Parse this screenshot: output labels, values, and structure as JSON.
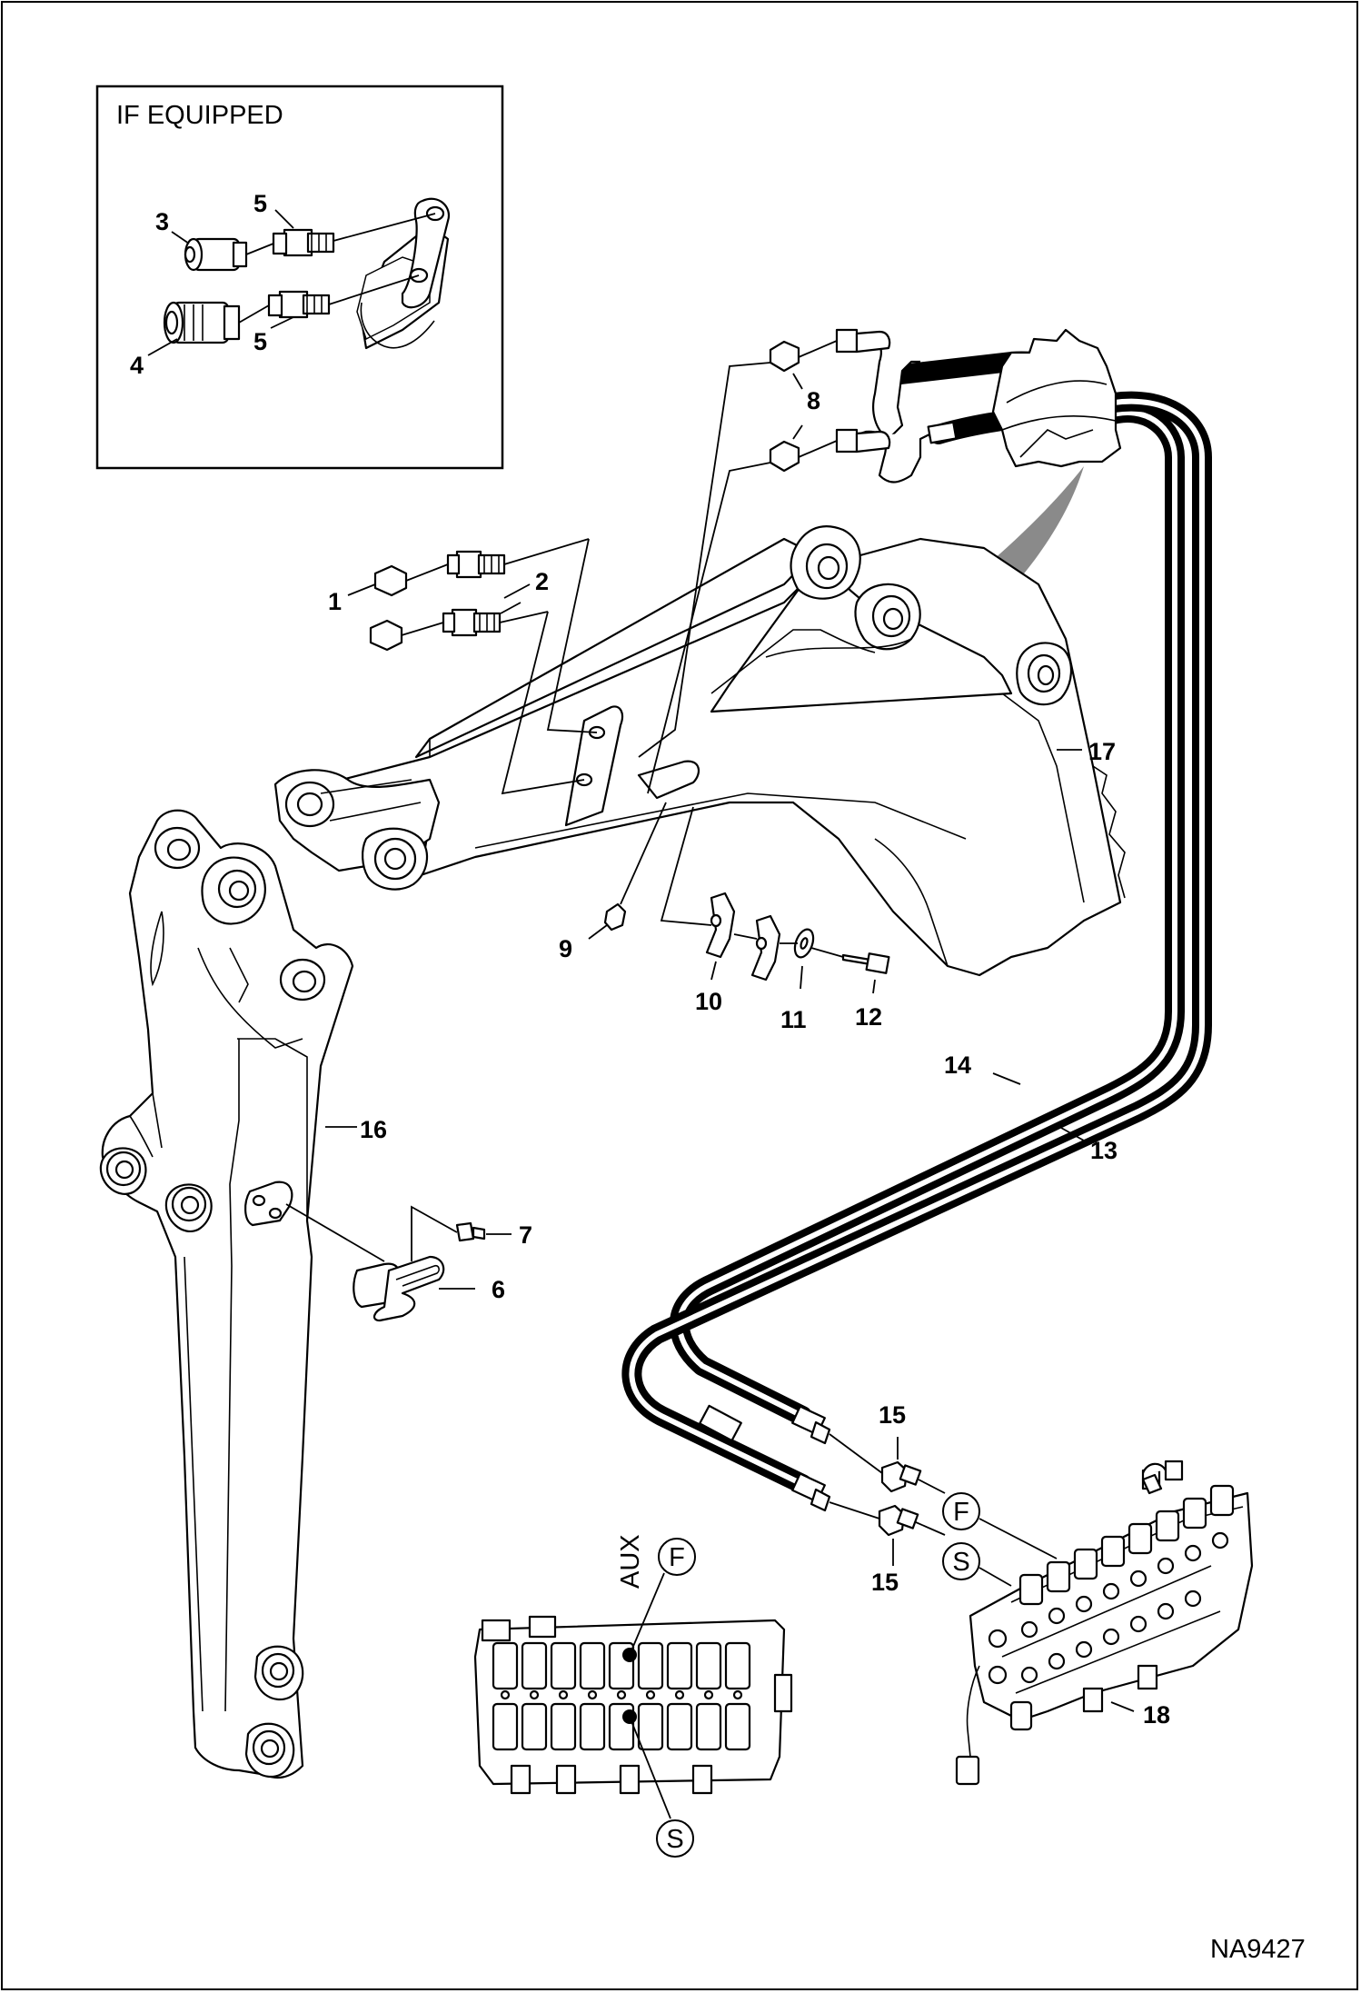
{
  "inset": {
    "title": "IF EQUIPPED"
  },
  "callouts": {
    "p1": "1",
    "p2": "2",
    "p3": "3",
    "p4": "4",
    "p5a": "5",
    "p5b": "5",
    "p6": "6",
    "p7": "7",
    "p8": "8",
    "p9": "9",
    "p10": "10",
    "p11": "11",
    "p12": "12",
    "p13": "13",
    "p14": "14",
    "p15a": "15",
    "p15b": "15",
    "p16": "16",
    "p17": "17",
    "p18": "18"
  },
  "ports": {
    "f_main": "F",
    "s_main": "S",
    "f_detail": "F",
    "s_detail": "S",
    "aux": "AUX"
  },
  "drawing_id": "NA9427",
  "colors": {
    "line": "#000000",
    "background": "#ffffff",
    "shadow": "#8a8a8a"
  }
}
